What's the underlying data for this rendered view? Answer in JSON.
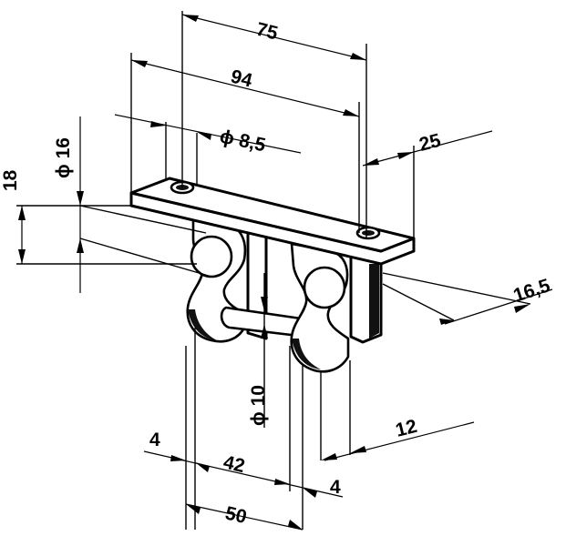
{
  "dimensions": {
    "d75": "75",
    "d94": "94",
    "d8_5": "ϕ 8,5",
    "d25": "25",
    "d16": "ϕ 16",
    "d18": "18",
    "d16_5": "16,5",
    "d10": "ϕ 10",
    "d12": "12",
    "d4_left": "4",
    "d42": "42",
    "d4_right": "4",
    "d50": "50"
  }
}
